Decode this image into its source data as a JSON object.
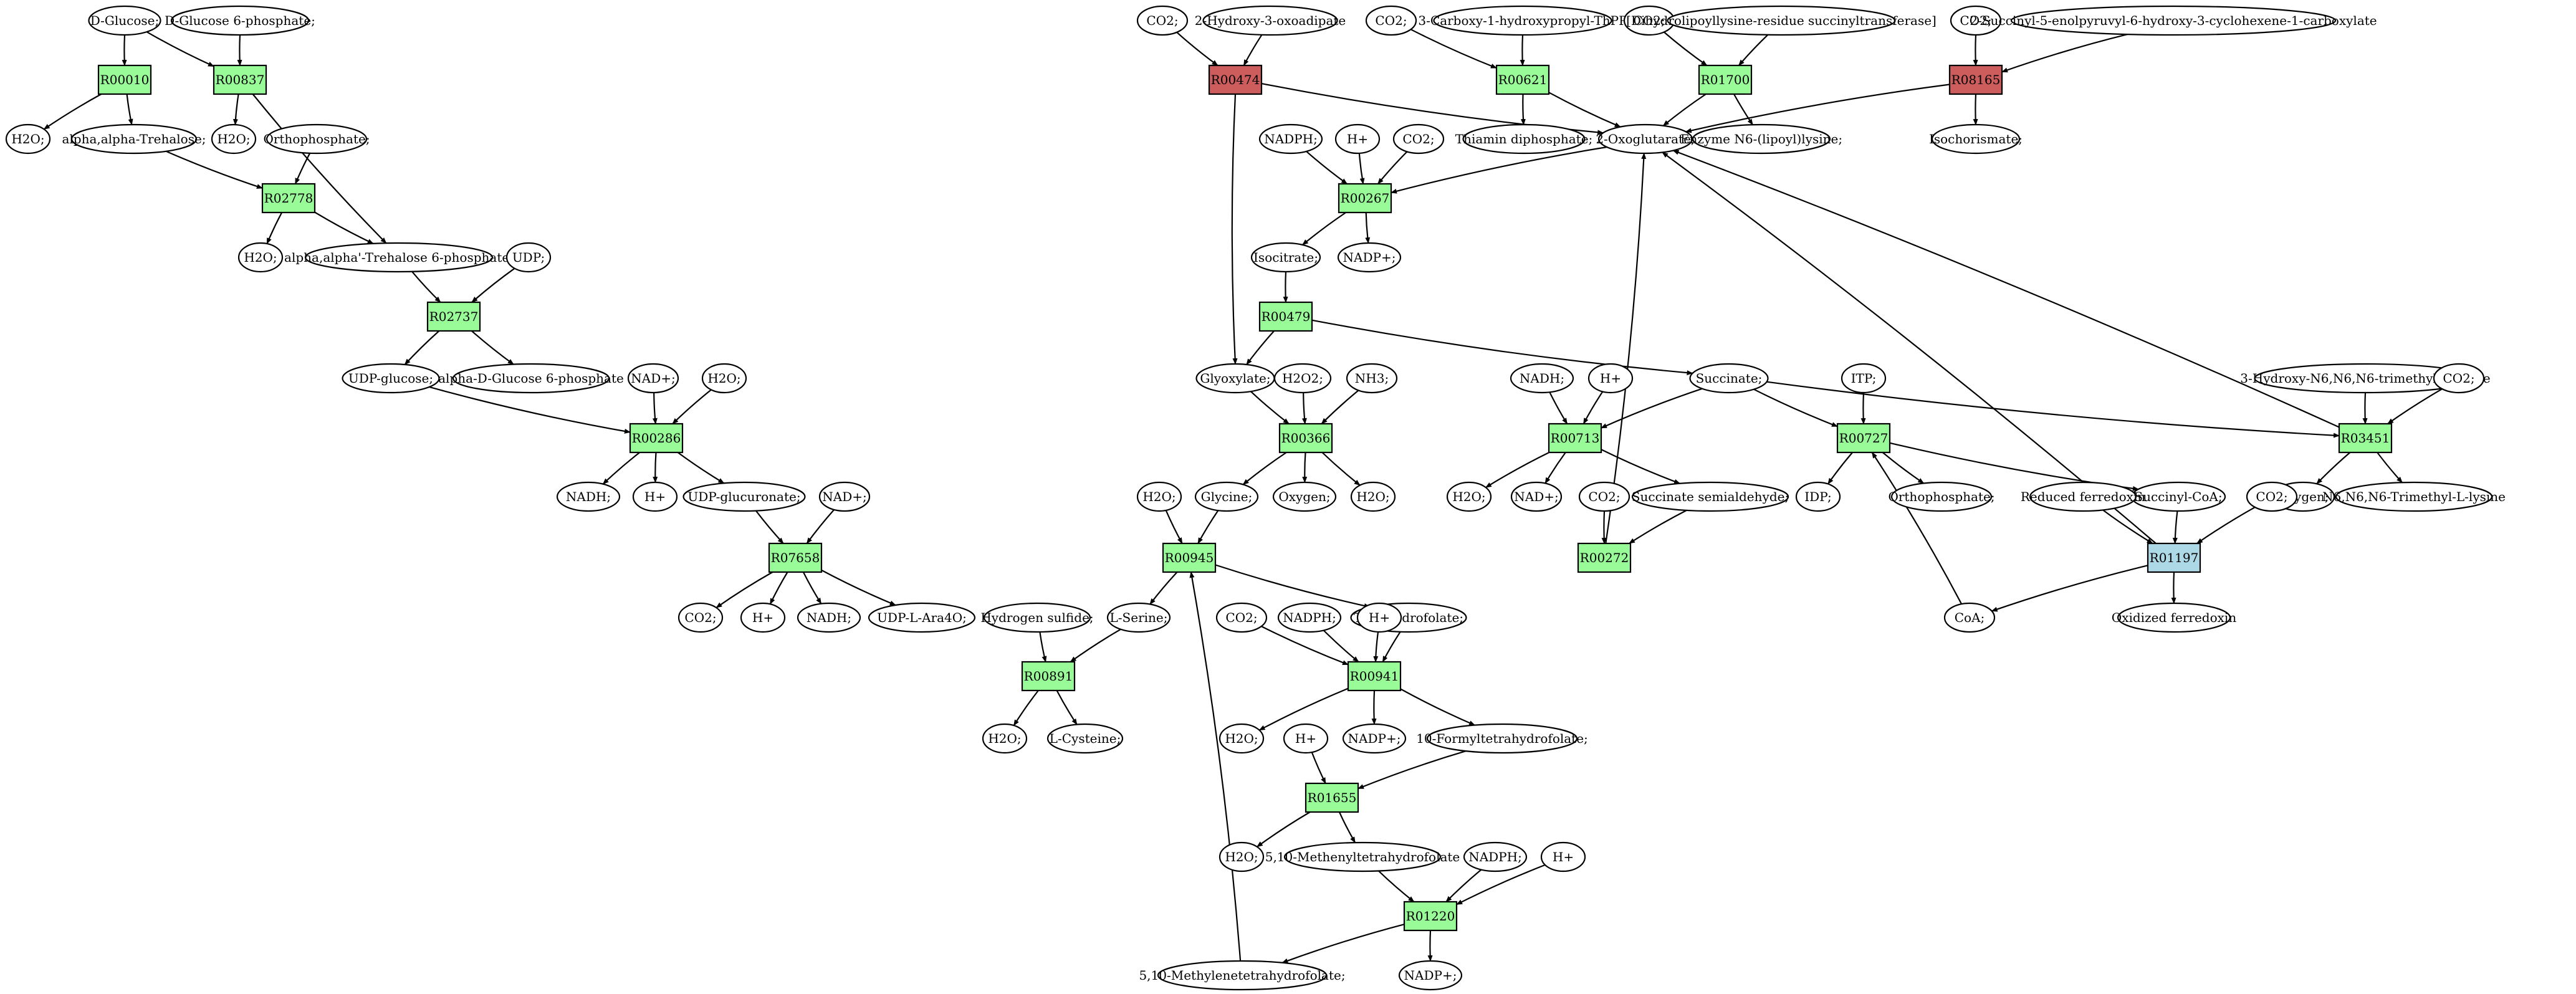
{
  "colors": {
    "reaction_default": "#98fb98",
    "reaction_red": "#cd5c5c",
    "reaction_blue": "#add8e6",
    "compound_start": "#00ff00",
    "compound_target": "#ffff00",
    "compound_default": "#ffffff"
  },
  "nodes": [
    {
      "id": "c1",
      "kind": "compound",
      "label": "D-Glucose;",
      "fill": "#00ff00"
    },
    {
      "id": "c2",
      "kind": "compound",
      "label": "D-Glucose 6-phosphate;"
    },
    {
      "id": "r1",
      "kind": "reaction",
      "label": "R00010"
    },
    {
      "id": "r2",
      "kind": "reaction",
      "label": "R00837"
    },
    {
      "id": "c3",
      "kind": "compound",
      "label": "H2O;"
    },
    {
      "id": "c4",
      "kind": "compound",
      "label": "alpha,alpha-Trehalose;"
    },
    {
      "id": "c5",
      "kind": "compound",
      "label": "H2O;"
    },
    {
      "id": "c6",
      "kind": "compound",
      "label": "Orthophosphate;"
    },
    {
      "id": "r3",
      "kind": "reaction",
      "label": "R02778"
    },
    {
      "id": "c7",
      "kind": "compound",
      "label": "H2O;"
    },
    {
      "id": "c8",
      "kind": "compound",
      "label": "alpha,alpha'-Trehalose 6-phosphate;"
    },
    {
      "id": "c9",
      "kind": "compound",
      "label": "UDP;"
    },
    {
      "id": "r4",
      "kind": "reaction",
      "label": "R02737"
    },
    {
      "id": "c10",
      "kind": "compound",
      "label": "UDP-glucose;"
    },
    {
      "id": "c11",
      "kind": "compound",
      "label": "alpha-D-Glucose 6-phosphate"
    },
    {
      "id": "c12",
      "kind": "compound",
      "label": "NAD+;"
    },
    {
      "id": "c13",
      "kind": "compound",
      "label": "H2O;"
    },
    {
      "id": "r5",
      "kind": "reaction",
      "label": "R00286"
    },
    {
      "id": "c14",
      "kind": "compound",
      "label": "NADH;"
    },
    {
      "id": "c15",
      "kind": "compound",
      "label": "H+"
    },
    {
      "id": "c16",
      "kind": "compound",
      "label": "UDP-glucuronate;"
    },
    {
      "id": "c17",
      "kind": "compound",
      "label": "NAD+;"
    },
    {
      "id": "r6",
      "kind": "reaction",
      "label": "R07658"
    },
    {
      "id": "c18",
      "kind": "compound",
      "label": "CO2;"
    },
    {
      "id": "c19",
      "kind": "compound",
      "label": "H+"
    },
    {
      "id": "c20",
      "kind": "compound",
      "label": "NADH;"
    },
    {
      "id": "c21",
      "kind": "compound",
      "label": "UDP-L-Ara4O;"
    },
    {
      "id": "c22",
      "kind": "compound",
      "label": "CO2;"
    },
    {
      "id": "c23",
      "kind": "compound",
      "label": "2-Hydroxy-3-oxoadipate"
    },
    {
      "id": "r7",
      "kind": "reaction",
      "label": "R00474",
      "fill": "#cd5c5c"
    },
    {
      "id": "c24",
      "kind": "compound",
      "label": "CO2;"
    },
    {
      "id": "c25",
      "kind": "compound",
      "label": "3-Carboxy-1-hydroxypropyl-ThPP"
    },
    {
      "id": "r8",
      "kind": "reaction",
      "label": "R00621"
    },
    {
      "id": "c26",
      "kind": "compound",
      "label": "CO2;"
    },
    {
      "id": "c27",
      "kind": "compound",
      "label": "[Dihydrolipoyllysine-residue succinyltransferase]"
    },
    {
      "id": "r9",
      "kind": "reaction",
      "label": "R01700"
    },
    {
      "id": "c28",
      "kind": "compound",
      "label": "CO2;"
    },
    {
      "id": "c29",
      "kind": "compound",
      "label": "2-Succinyl-5-enolpyruvyl-6-hydroxy-3-cyclohexene-1-carboxylate"
    },
    {
      "id": "r10",
      "kind": "reaction",
      "label": "R08165",
      "fill": "#cd5c5c"
    },
    {
      "id": "c30",
      "kind": "compound",
      "label": "Thiamin diphosphate;"
    },
    {
      "id": "c31",
      "kind": "compound",
      "label": "2-Oxoglutarate;"
    },
    {
      "id": "c32",
      "kind": "compound",
      "label": "Enzyme N6-(lipoyl)lysine;"
    },
    {
      "id": "c33",
      "kind": "compound",
      "label": "Isochorismate;"
    },
    {
      "id": "c34",
      "kind": "compound",
      "label": "NADPH;"
    },
    {
      "id": "c35",
      "kind": "compound",
      "label": "H+"
    },
    {
      "id": "c36",
      "kind": "compound",
      "label": "CO2;"
    },
    {
      "id": "r11",
      "kind": "reaction",
      "label": "R00267"
    },
    {
      "id": "c37",
      "kind": "compound",
      "label": "Isocitrate;"
    },
    {
      "id": "c38",
      "kind": "compound",
      "label": "NADP+;"
    },
    {
      "id": "r12",
      "kind": "reaction",
      "label": "R00479"
    },
    {
      "id": "c39",
      "kind": "compound",
      "label": "Glyoxylate;"
    },
    {
      "id": "c40",
      "kind": "compound",
      "label": "H2O2;"
    },
    {
      "id": "c41",
      "kind": "compound",
      "label": "NH3;"
    },
    {
      "id": "r13",
      "kind": "reaction",
      "label": "R00366"
    },
    {
      "id": "c42",
      "kind": "compound",
      "label": "Glycine;"
    },
    {
      "id": "c43",
      "kind": "compound",
      "label": "Oxygen;"
    },
    {
      "id": "c44",
      "kind": "compound",
      "label": "H2O;"
    },
    {
      "id": "c45",
      "kind": "compound",
      "label": "H2O;"
    },
    {
      "id": "r14",
      "kind": "reaction",
      "label": "R00945"
    },
    {
      "id": "c46",
      "kind": "compound",
      "label": "L-Serine;"
    },
    {
      "id": "c47",
      "kind": "compound",
      "label": "Tetrahydrofolate;"
    },
    {
      "id": "c48",
      "kind": "compound",
      "label": "Hydrogen sulfide;"
    },
    {
      "id": "r15",
      "kind": "reaction",
      "label": "R00891"
    },
    {
      "id": "c49",
      "kind": "compound",
      "label": "H2O;"
    },
    {
      "id": "c50",
      "kind": "compound",
      "label": "L-Cysteine;",
      "fill": "#ffff00"
    },
    {
      "id": "c51",
      "kind": "compound",
      "label": "CO2;"
    },
    {
      "id": "c52",
      "kind": "compound",
      "label": "NADPH;"
    },
    {
      "id": "c53",
      "kind": "compound",
      "label": "H+"
    },
    {
      "id": "r16",
      "kind": "reaction",
      "label": "R00941"
    },
    {
      "id": "c54",
      "kind": "compound",
      "label": "H2O;"
    },
    {
      "id": "c55",
      "kind": "compound",
      "label": "NADP+;"
    },
    {
      "id": "c56",
      "kind": "compound",
      "label": "10-Formyltetrahydrofolate;"
    },
    {
      "id": "c57",
      "kind": "compound",
      "label": "H+"
    },
    {
      "id": "r17",
      "kind": "reaction",
      "label": "R01655"
    },
    {
      "id": "c58",
      "kind": "compound",
      "label": "H2O;"
    },
    {
      "id": "c59",
      "kind": "compound",
      "label": "5,10-Methenyltetrahydrofolate"
    },
    {
      "id": "c60",
      "kind": "compound",
      "label": "NADPH;"
    },
    {
      "id": "c61",
      "kind": "compound",
      "label": "H+"
    },
    {
      "id": "r18",
      "kind": "reaction",
      "label": "R01220"
    },
    {
      "id": "c62",
      "kind": "compound",
      "label": "5,10-Methylenetetrahydrofolate;"
    },
    {
      "id": "c63",
      "kind": "compound",
      "label": "NADP+;"
    },
    {
      "id": "c64",
      "kind": "compound",
      "label": "NADH;"
    },
    {
      "id": "c65",
      "kind": "compound",
      "label": "H+"
    },
    {
      "id": "c66",
      "kind": "compound",
      "label": "Succinate;"
    },
    {
      "id": "r19",
      "kind": "reaction",
      "label": "R00713"
    },
    {
      "id": "c67",
      "kind": "compound",
      "label": "H2O;"
    },
    {
      "id": "c68",
      "kind": "compound",
      "label": "NAD+;"
    },
    {
      "id": "c69",
      "kind": "compound",
      "label": "CO2;"
    },
    {
      "id": "c70",
      "kind": "compound",
      "label": "Succinate semialdehyde;"
    },
    {
      "id": "r20",
      "kind": "reaction",
      "label": "R00272"
    },
    {
      "id": "c71",
      "kind": "compound",
      "label": "ITP;"
    },
    {
      "id": "r21",
      "kind": "reaction",
      "label": "R00727"
    },
    {
      "id": "c72",
      "kind": "compound",
      "label": "IDP;"
    },
    {
      "id": "c73",
      "kind": "compound",
      "label": "Orthophosphate;"
    },
    {
      "id": "c74",
      "kind": "compound",
      "label": "Succinyl-CoA;"
    },
    {
      "id": "c75",
      "kind": "compound",
      "label": "Reduced ferredoxin"
    },
    {
      "id": "r22",
      "kind": "reaction",
      "label": "R01197",
      "fill": "#add8e6"
    },
    {
      "id": "c76",
      "kind": "compound",
      "label": "CoA;"
    },
    {
      "id": "c77",
      "kind": "compound",
      "label": "Oxidized ferredoxin"
    },
    {
      "id": "c78",
      "kind": "compound",
      "label": "3-Hydroxy-N6,N6,N6-trimethyl-L-lysine"
    },
    {
      "id": "c79",
      "kind": "compound",
      "label": "CO2;"
    },
    {
      "id": "r23",
      "kind": "reaction",
      "label": "R03451"
    },
    {
      "id": "c80",
      "kind": "compound",
      "label": "Oxygen;"
    },
    {
      "id": "c81",
      "kind": "compound",
      "label": "N6,N6,N6-Trimethyl-L-lysine"
    },
    {
      "id": "c82",
      "kind": "compound",
      "label": "CO2;"
    }
  ],
  "edges": [
    [
      "c1",
      "r1"
    ],
    [
      "c1",
      "r2"
    ],
    [
      "c2",
      "r2"
    ],
    [
      "r1",
      "c3"
    ],
    [
      "r1",
      "c4"
    ],
    [
      "r2",
      "c5"
    ],
    [
      "r2",
      "c8"
    ],
    [
      "c4",
      "r3"
    ],
    [
      "c6",
      "r3"
    ],
    [
      "r3",
      "c7"
    ],
    [
      "r3",
      "c8"
    ],
    [
      "c8",
      "r4"
    ],
    [
      "c9",
      "r4"
    ],
    [
      "r4",
      "c10"
    ],
    [
      "r4",
      "c11"
    ],
    [
      "c10",
      "r5"
    ],
    [
      "c12",
      "r5"
    ],
    [
      "c13",
      "r5"
    ],
    [
      "r5",
      "c14"
    ],
    [
      "r5",
      "c15"
    ],
    [
      "r5",
      "c16"
    ],
    [
      "c16",
      "r6"
    ],
    [
      "c17",
      "r6"
    ],
    [
      "r6",
      "c18"
    ],
    [
      "r6",
      "c19"
    ],
    [
      "r6",
      "c20"
    ],
    [
      "r6",
      "c21"
    ],
    [
      "c22",
      "r7"
    ],
    [
      "c23",
      "r7"
    ],
    [
      "r7",
      "c31"
    ],
    [
      "r7",
      "c39"
    ],
    [
      "c24",
      "r8"
    ],
    [
      "c25",
      "r8"
    ],
    [
      "r8",
      "c30"
    ],
    [
      "r8",
      "c31"
    ],
    [
      "c26",
      "r9"
    ],
    [
      "c27",
      "r9"
    ],
    [
      "r9",
      "c31"
    ],
    [
      "r9",
      "c32"
    ],
    [
      "c28",
      "r10"
    ],
    [
      "c29",
      "r10"
    ],
    [
      "r10",
      "c31"
    ],
    [
      "r10",
      "c33"
    ],
    [
      "c31",
      "r11"
    ],
    [
      "c34",
      "r11"
    ],
    [
      "c35",
      "r11"
    ],
    [
      "c36",
      "r11"
    ],
    [
      "r11",
      "c37"
    ],
    [
      "r11",
      "c38"
    ],
    [
      "c37",
      "r12"
    ],
    [
      "r12",
      "c39"
    ],
    [
      "r12",
      "c66"
    ],
    [
      "c39",
      "r13"
    ],
    [
      "c40",
      "r13"
    ],
    [
      "c41",
      "r13"
    ],
    [
      "r13",
      "c42"
    ],
    [
      "r13",
      "c43"
    ],
    [
      "r13",
      "c44"
    ],
    [
      "c42",
      "r14"
    ],
    [
      "c45",
      "r14"
    ],
    [
      "c62",
      "r14"
    ],
    [
      "r14",
      "c46"
    ],
    [
      "r14",
      "c47"
    ],
    [
      "c46",
      "r15"
    ],
    [
      "c48",
      "r15"
    ],
    [
      "r15",
      "c49"
    ],
    [
      "r15",
      "c50"
    ],
    [
      "c47",
      "r16"
    ],
    [
      "c51",
      "r16"
    ],
    [
      "c52",
      "r16"
    ],
    [
      "c53",
      "r16"
    ],
    [
      "r16",
      "c54"
    ],
    [
      "r16",
      "c55"
    ],
    [
      "r16",
      "c56"
    ],
    [
      "c56",
      "r17"
    ],
    [
      "c57",
      "r17"
    ],
    [
      "r17",
      "c58"
    ],
    [
      "r17",
      "c59"
    ],
    [
      "c59",
      "r18"
    ],
    [
      "c60",
      "r18"
    ],
    [
      "c61",
      "r18"
    ],
    [
      "r18",
      "c62"
    ],
    [
      "r18",
      "c63"
    ],
    [
      "c64",
      "r19"
    ],
    [
      "c65",
      "r19"
    ],
    [
      "c66",
      "r19"
    ],
    [
      "r19",
      "c67"
    ],
    [
      "r19",
      "c68"
    ],
    [
      "r19",
      "c70"
    ],
    [
      "c69",
      "r20"
    ],
    [
      "c70",
      "r20"
    ],
    [
      "r20",
      "c31"
    ],
    [
      "c66",
      "r21"
    ],
    [
      "c71",
      "r21"
    ],
    [
      "c76",
      "r21"
    ],
    [
      "r21",
      "c72"
    ],
    [
      "r21",
      "c73"
    ],
    [
      "r21",
      "c74"
    ],
    [
      "c74",
      "r22"
    ],
    [
      "c75",
      "r22"
    ],
    [
      "c82",
      "r22"
    ],
    [
      "r22",
      "c76"
    ],
    [
      "r22",
      "c77"
    ],
    [
      "r22",
      "c31"
    ],
    [
      "c66",
      "r23"
    ],
    [
      "c78",
      "r23"
    ],
    [
      "c79",
      "r23"
    ],
    [
      "r23",
      "c80"
    ],
    [
      "r23",
      "c81"
    ],
    [
      "r23",
      "c31"
    ]
  ]
}
